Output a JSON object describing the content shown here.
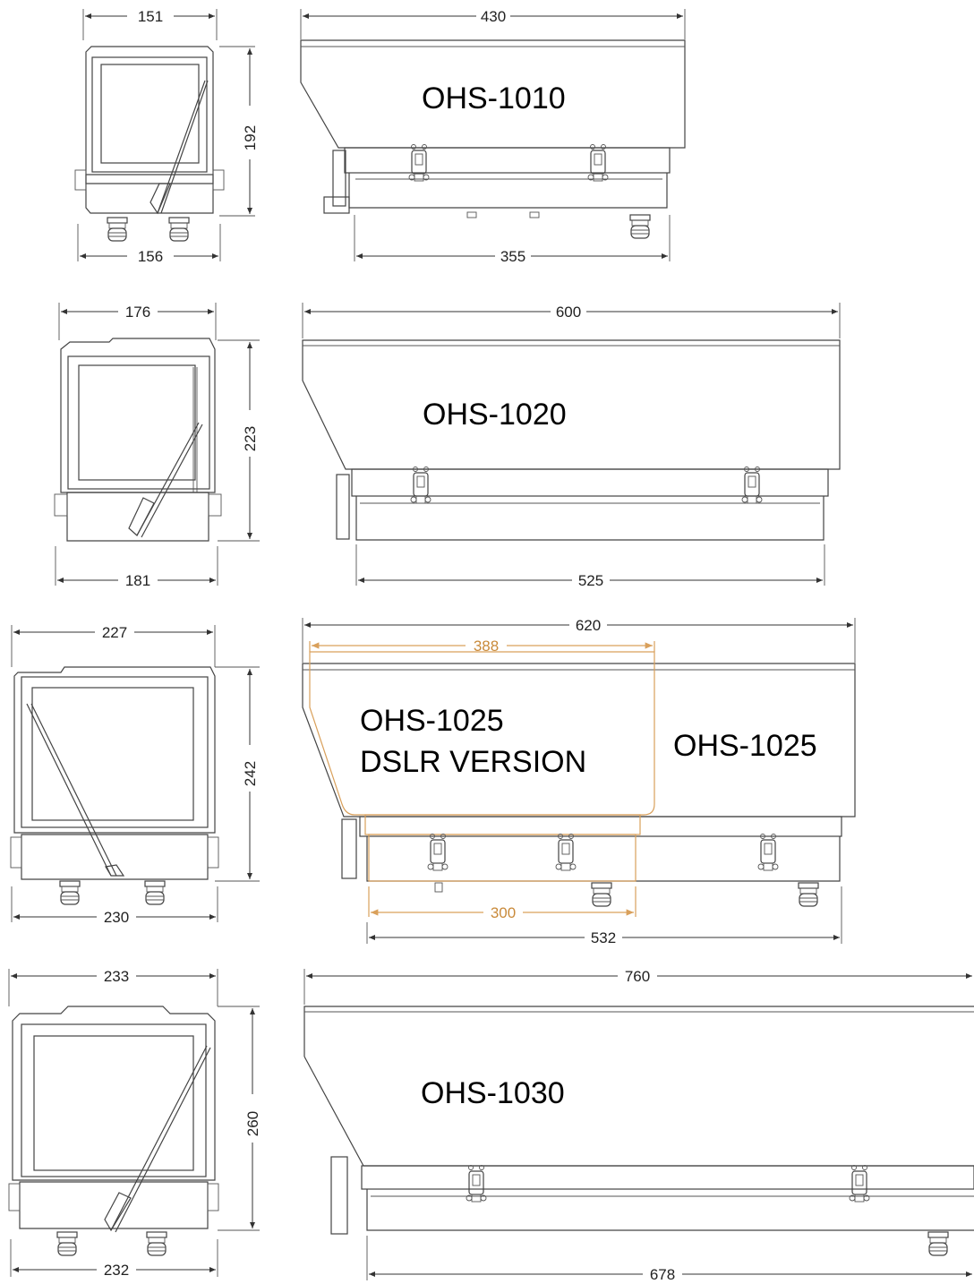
{
  "colors": {
    "line": "#444444",
    "accent_dslr": "#d9a05b",
    "text": "#000000"
  },
  "models": [
    {
      "name": "OHS-1010",
      "front_width_top": "151",
      "front_width_bottom": "156",
      "front_height": "192",
      "side_length": "430",
      "side_base": "355"
    },
    {
      "name": "OHS-1020",
      "front_width_top": "176",
      "front_width_bottom": "181",
      "front_height": "223",
      "side_length": "600",
      "side_base": "525"
    },
    {
      "name": "OHS-1025",
      "name_dslr_line1": "OHS-1025",
      "name_dslr_line2": "DSLR VERSION",
      "front_width_top": "227",
      "front_width_bottom": "230",
      "front_height": "242",
      "side_length": "620",
      "side_base": "532",
      "dslr_length": "388",
      "dslr_base": "300"
    },
    {
      "name": "OHS-1030",
      "front_width_top": "233",
      "front_width_bottom": "232",
      "front_height": "260",
      "side_length": "760",
      "side_base": "678"
    }
  ]
}
